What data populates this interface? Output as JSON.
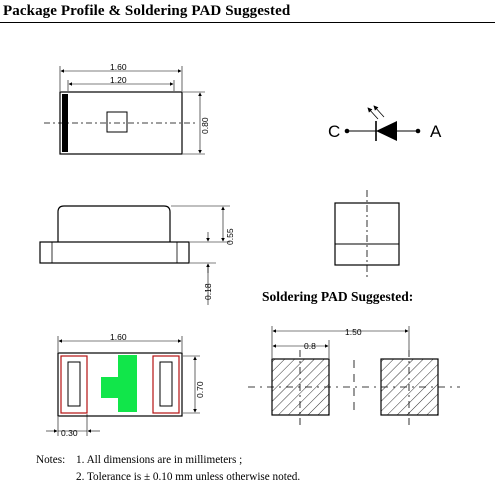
{
  "title": "Package Profile & Soldering PAD Suggested",
  "top_view": {
    "dim_total_length": "1.60",
    "dim_inner_length": "1.20",
    "dim_height": "0.80"
  },
  "side_view": {
    "dim_body_height": "0.55",
    "dim_pad_thickness": "0.18"
  },
  "symbol": {
    "cathode": "C",
    "anode": "A"
  },
  "bottom_view": {
    "dim_length": "1.60",
    "dim_width": "0.70",
    "dim_pad_width": "0.30"
  },
  "solder_pad": {
    "heading": "Soldering PAD Suggested:",
    "dim_span": "1.50",
    "dim_pad": "0.8"
  },
  "notes": {
    "label": "Notes:",
    "items": [
      "1. All dimensions are in millimeters ;",
      "2. Tolerance is ± 0.10 mm unless otherwise noted."
    ]
  },
  "colors": {
    "led_pad": "#11e64a",
    "terminal_outline": "#b31212"
  }
}
